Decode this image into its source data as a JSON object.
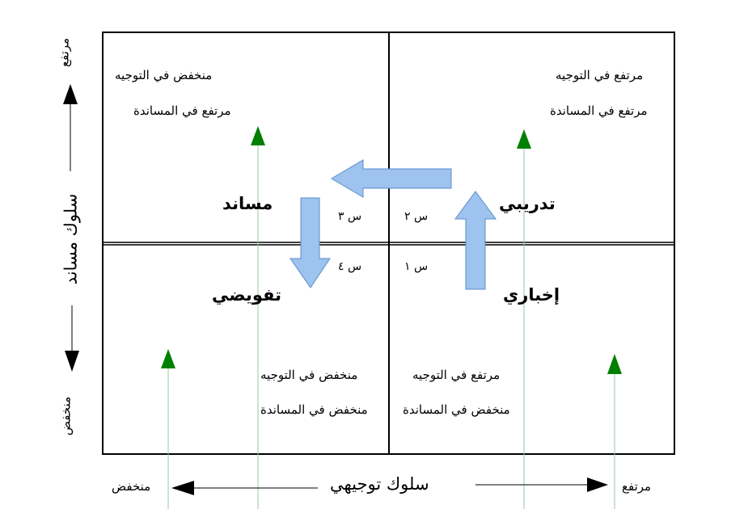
{
  "quadrants": {
    "top_right": {
      "line1": "مرتفع في التوجيه",
      "line2": "مرتفع في المساندة",
      "style": "تدريبي",
      "number": "س ٢"
    },
    "top_left": {
      "line1": "منخفض في التوجيه",
      "line2": "مرتفع في المساندة",
      "style": "مساند",
      "number": "س ٣"
    },
    "bottom_left": {
      "line1": "منخفض في التوجيه",
      "line2": "منخفض في المساندة",
      "style": "تفويضي",
      "number": "س ٤"
    },
    "bottom_right": {
      "line1": "مرتفع في التوجيه",
      "line2": "منخفض في المساندة",
      "style": "إخباري",
      "number": "س ١"
    }
  },
  "x_axis": {
    "title": "سلوك توجيهي",
    "low": "منخفض",
    "high": "مرتفع"
  },
  "y_axis": {
    "title": "سلوك مساند",
    "low": "منخفض",
    "high": "مرتفع"
  },
  "colors": {
    "flow_arrow_fill": "#9DC3EE",
    "flow_arrow_stroke": "#5B8DC8",
    "growth_arrow": "#008000",
    "growth_line": "#9BC59B"
  }
}
